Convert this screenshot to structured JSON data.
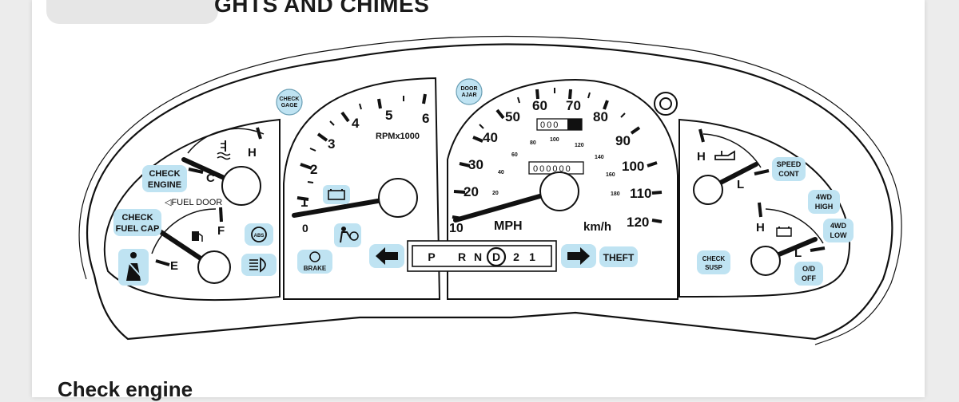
{
  "doc": {
    "heading": "GHTS AND CHIMES",
    "subheading": "Check engine"
  },
  "tach": {
    "numbers": [
      "1",
      "2",
      "3",
      "4",
      "5",
      "6"
    ],
    "zero": "0",
    "unit": "RPMx1000"
  },
  "speedo": {
    "mph_numbers": [
      "20",
      "30",
      "40",
      "50",
      "60",
      "70",
      "80",
      "90",
      "100",
      "110",
      "120"
    ],
    "mph_partial": "10",
    "kmh_numbers": [
      "20",
      "40",
      "60",
      "80",
      "100",
      "120",
      "140",
      "160",
      "180"
    ],
    "unit_mph": "MPH",
    "unit_kmh": "km/h",
    "trip_odometer": "000",
    "odometer": "000000"
  },
  "left_gauges": {
    "temp_hot": "H",
    "temp_cold": "C",
    "fuel_full": "F",
    "fuel_empty": "E",
    "fuel_door": "◁FUEL DOOR"
  },
  "right_gauges": {
    "oil_high": "H",
    "oil_low": "L",
    "batt_high": "H",
    "batt_low": "L"
  },
  "indicators": {
    "check_engine": [
      "CHECK",
      "ENGINE"
    ],
    "check_fuel_cap": [
      "CHECK",
      "FUEL CAP"
    ],
    "check_gage": [
      "CHECK",
      "GAGE"
    ],
    "door_ajar": [
      "DOOR",
      "AJAR"
    ],
    "brake": "BRAKE",
    "abs": "ABS",
    "theft": "THEFT",
    "check_susp": [
      "CHECK",
      "SUSP"
    ],
    "speed_cont": [
      "SPEED",
      "CONT"
    ],
    "four_wd_high": [
      "4WD",
      "HIGH"
    ],
    "four_wd_low": [
      "4WD",
      "LOW"
    ],
    "od_off": [
      "O/D",
      "OFF"
    ]
  },
  "gear_selector": {
    "gears": [
      "P",
      "R",
      "N",
      "D",
      "2",
      "1"
    ],
    "selected": "D"
  }
}
